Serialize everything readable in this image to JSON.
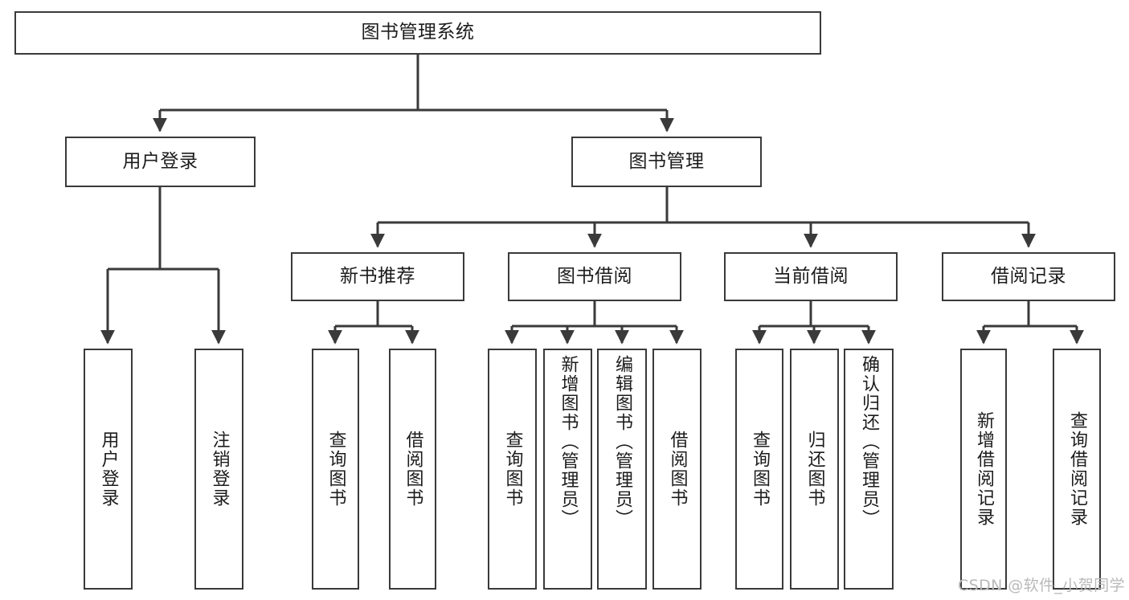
{
  "diagram": {
    "title": "图书管理系统",
    "type": "tree-hierarchy-diagram",
    "watermark": "CSDN @软件_小贺同学",
    "colors": {
      "box_border": "#3a3a3a",
      "box_fill": "#ffffff",
      "edge": "#3a3a3a",
      "text": "#1c1c1c",
      "watermark": "#b9b9b9",
      "background": "#ffffff"
    },
    "root": {
      "label": "图书管理系统"
    },
    "level2": [
      {
        "label": "用户登录"
      },
      {
        "label": "图书管理"
      }
    ],
    "level3": [
      {
        "label": "新书推荐"
      },
      {
        "label": "图书借阅"
      },
      {
        "label": "当前借阅"
      },
      {
        "label": "借阅记录"
      }
    ],
    "leaves": {
      "user_login": [
        {
          "label": "用户登录"
        },
        {
          "label": "注销登录"
        }
      ],
      "new_book": [
        {
          "label": "查询图书"
        },
        {
          "label": "借阅图书"
        }
      ],
      "book_borrow": [
        {
          "label": "查询图书"
        },
        {
          "label": "新增图书（管理员）"
        },
        {
          "label": "编辑图书（管理员）"
        },
        {
          "label": "借阅图书"
        }
      ],
      "current_borrow": [
        {
          "label": "查询图书"
        },
        {
          "label": "归还图书"
        },
        {
          "label": "确认归还（管理员）"
        }
      ],
      "borrow_record": [
        {
          "label": "新增借阅记录"
        },
        {
          "label": "查询借阅记录"
        }
      ]
    }
  }
}
